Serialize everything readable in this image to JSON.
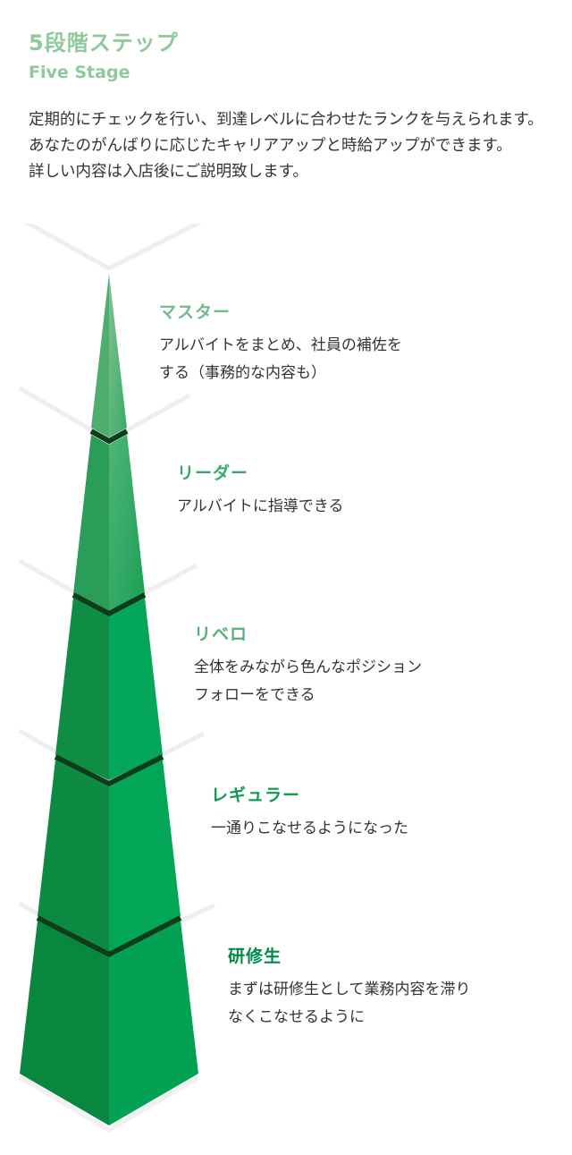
{
  "header": {
    "title_jp": "5段階ステップ",
    "title_en": "Five Stage"
  },
  "intro": {
    "line1": "定期的にチェックを行い、到達レベルに合わせたランクを与えられます。あなたのがんばりに応じたキャリアアップと時給アップができます。",
    "line2": "詳しい内容は入店後にご説明致します。"
  },
  "colors": {
    "heading": "#8dc99b",
    "stage_title_light": "#74b98a",
    "stage_title_dark": "#00894a",
    "pyramid_green": "#00a650"
  },
  "stages": [
    {
      "title": "マスター",
      "desc": [
        "アルバイトをまとめ、社員の補佐を",
        "する（事務的な内容も）"
      ]
    },
    {
      "title": "リーダー",
      "desc": [
        "アルバイトに指導できる"
      ]
    },
    {
      "title": "リベロ",
      "desc": [
        "全体をみながら色んなポジション",
        "フォローをできる"
      ]
    },
    {
      "title": "レギュラー",
      "desc": [
        "一通りこなせるようになった"
      ]
    },
    {
      "title": "研修生",
      "desc": [
        "まずは研修生として業務内容を滞り",
        "なくこなせるように"
      ]
    }
  ]
}
